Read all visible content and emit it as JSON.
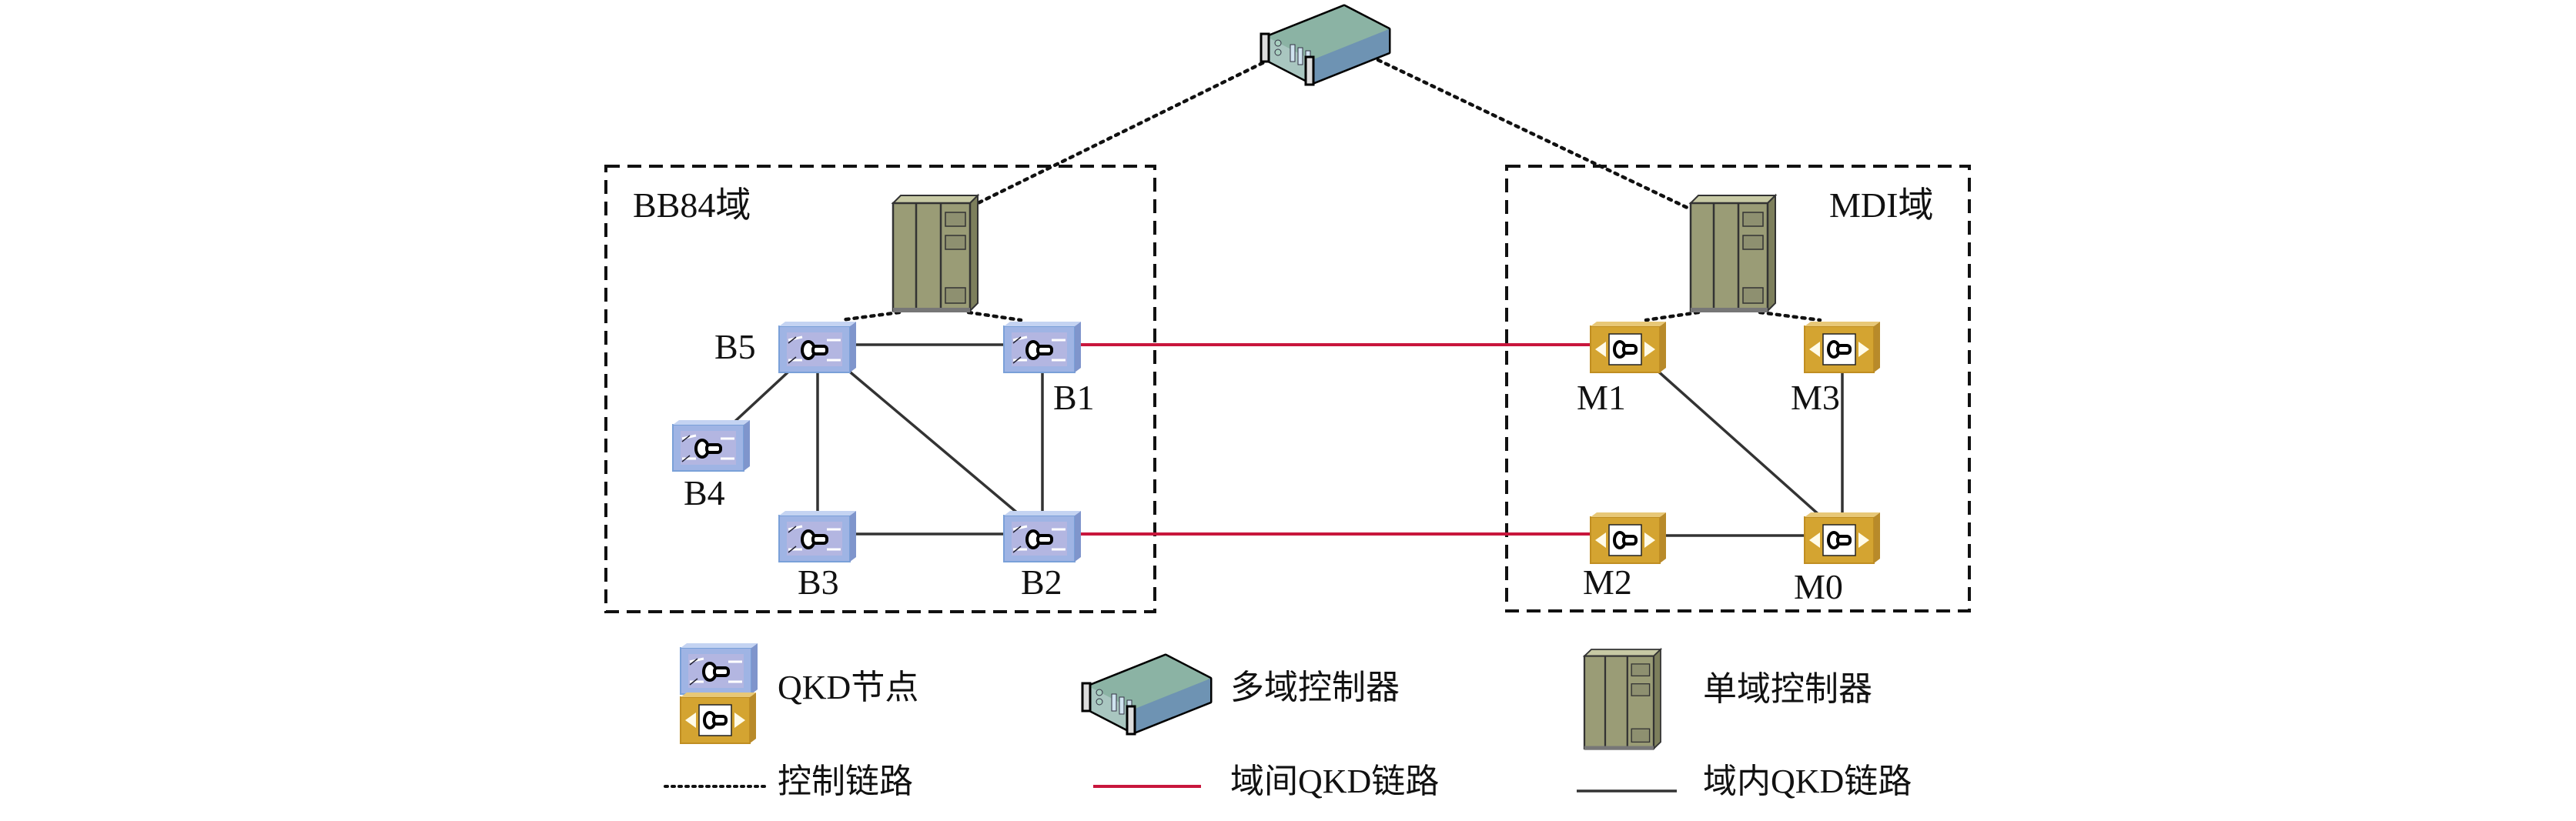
{
  "figure": {
    "type": "network-architecture",
    "colors": {
      "control_link": "#111111",
      "inter_domain_link": "#c8163c",
      "intra_domain_link": "#333333",
      "domain_border": "#111111",
      "bb84_node": "#9fb4e4",
      "mdi_node": "#d4a431",
      "single_domain_controller": "#9a9c76",
      "multi_domain_controller": "#7fa8a0"
    }
  },
  "multi_domain_controller": {
    "label": ""
  },
  "domains": [
    {
      "id": "bb84",
      "label": "BB84域",
      "controller_label": "",
      "nodes": [
        {
          "id": "B1",
          "label": "B1",
          "kind": "bb84"
        },
        {
          "id": "B2",
          "label": "B2",
          "kind": "bb84"
        },
        {
          "id": "B3",
          "label": "B3",
          "kind": "bb84"
        },
        {
          "id": "B4",
          "label": "B4",
          "kind": "bb84"
        },
        {
          "id": "B5",
          "label": "B5",
          "kind": "bb84"
        }
      ]
    },
    {
      "id": "mdi",
      "label": "MDI域",
      "controller_label": "",
      "nodes": [
        {
          "id": "M0",
          "label": "M0",
          "kind": "mdi"
        },
        {
          "id": "M1",
          "label": "M1",
          "kind": "mdi"
        },
        {
          "id": "M2",
          "label": "M2",
          "kind": "mdi"
        },
        {
          "id": "M3",
          "label": "M3",
          "kind": "mdi"
        }
      ]
    }
  ],
  "links": {
    "control": [
      [
        "MDC",
        "SDC-bb84"
      ],
      [
        "MDC",
        "SDC-mdi"
      ],
      [
        "SDC-bb84",
        "B5"
      ],
      [
        "SDC-bb84",
        "B1"
      ],
      [
        "SDC-mdi",
        "M1"
      ],
      [
        "SDC-mdi",
        "M3"
      ]
    ],
    "intra_domain": [
      [
        "B5",
        "B1"
      ],
      [
        "B5",
        "B4"
      ],
      [
        "B5",
        "B3"
      ],
      [
        "B5",
        "B2"
      ],
      [
        "B1",
        "B2"
      ],
      [
        "B3",
        "B2"
      ],
      [
        "M1",
        "M0"
      ],
      [
        "M3",
        "M0"
      ],
      [
        "M2",
        "M0"
      ]
    ],
    "inter_domain": [
      [
        "B1",
        "M1"
      ],
      [
        "B2",
        "M2"
      ]
    ]
  },
  "legend": {
    "qkd_node": "QKD节点",
    "multi_domain_controller": "多域控制器",
    "single_domain_controller": "单域控制器",
    "control_link": "控制链路",
    "inter_domain_link": "域间QKD链路",
    "intra_domain_link": "域内QKD链路"
  }
}
